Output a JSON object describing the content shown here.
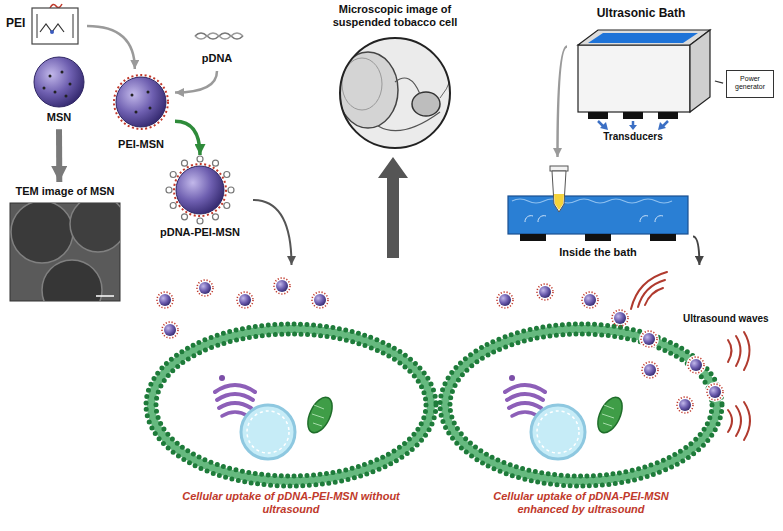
{
  "diagram": {
    "nodes": [
      {
        "text": [
          "PEI"
        ]
      },
      {
        "text": [
          "MSN"
        ]
      },
      {
        "text": [
          "PEI-MSN"
        ]
      },
      {
        "text": [
          "pDNA"
        ]
      },
      {
        "text": [
          "pDNA-PEI-MSN"
        ]
      },
      {
        "text": [
          "TEM image of MSN"
        ]
      },
      {
        "text": [
          "Microscopic image of suspended tobacco cell"
        ]
      },
      {
        "text": [
          "Ultrasonic Bath"
        ]
      },
      {
        "text": [
          "Power generator"
        ]
      },
      {
        "text": [
          "Inside the bath"
        ]
      },
      {
        "text": [
          "Cellular uptake of pDNA-PEI-MSN without ultrasound"
        ]
      },
      {
        "text": [
          "Cellular uptake of pDNA-PEI-MSN enhanced by ultrasound"
        ]
      }
    ],
    "edges": [
      {
        "from": 0,
        "to": 2,
        "arrow": "to"
      },
      {
        "from": 3,
        "to": 2,
        "arrow": "to"
      },
      {
        "from": 2,
        "to": 4,
        "arrow": "to"
      },
      {
        "from": 1,
        "to": 5,
        "arrow": "to"
      },
      {
        "from": 4,
        "to": 10,
        "arrow": "to"
      },
      {
        "from": 7,
        "to": 8,
        "arrow": "none"
      },
      {
        "from": 7,
        "to": 9,
        "arrow": "to"
      },
      {
        "from": 9,
        "to": 11,
        "arrow": "to"
      }
    ],
    "labels": [
      "Transducers",
      "Ultrasound waves"
    ]
  }
}
